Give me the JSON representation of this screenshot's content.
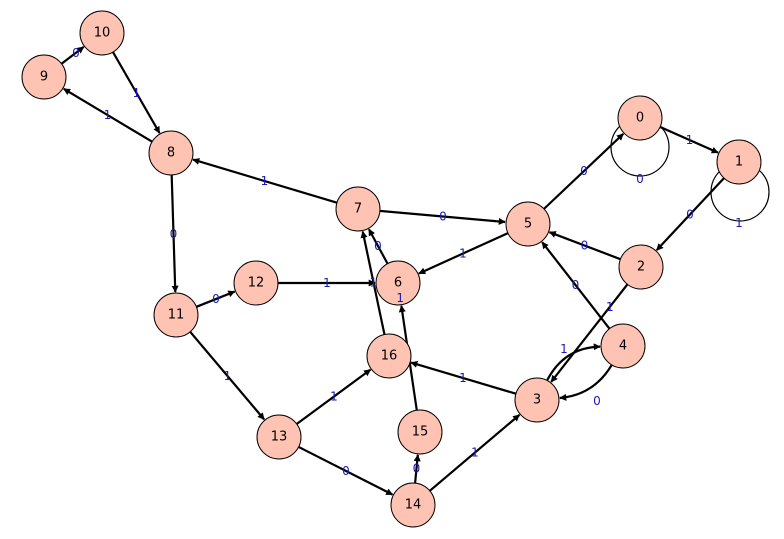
{
  "graph": {
    "colors": {
      "node_fill": "#ffc3b3",
      "edge": "#000000",
      "edge_label": "#1a1ab8"
    },
    "nodes": [
      {
        "id": "0"
      },
      {
        "id": "1"
      },
      {
        "id": "2"
      },
      {
        "id": "3"
      },
      {
        "id": "4"
      },
      {
        "id": "5"
      },
      {
        "id": "6"
      },
      {
        "id": "7"
      },
      {
        "id": "8"
      },
      {
        "id": "9"
      },
      {
        "id": "10"
      },
      {
        "id": "11"
      },
      {
        "id": "12"
      },
      {
        "id": "13"
      },
      {
        "id": "14"
      },
      {
        "id": "15"
      },
      {
        "id": "16"
      }
    ],
    "edges": [
      {
        "from": "0",
        "to": "0",
        "label": "0"
      },
      {
        "from": "0",
        "to": "1",
        "label": "1"
      },
      {
        "from": "1",
        "to": "1",
        "label": "1"
      },
      {
        "from": "1",
        "to": "2",
        "label": "0"
      },
      {
        "from": "2",
        "to": "5",
        "label": "0"
      },
      {
        "from": "2",
        "to": "3",
        "label": "1"
      },
      {
        "from": "3",
        "to": "4",
        "label": "0"
      },
      {
        "from": "3",
        "to": "16",
        "label": "1"
      },
      {
        "from": "4",
        "to": "3",
        "label": "1"
      },
      {
        "from": "4",
        "to": "5",
        "label": "0"
      },
      {
        "from": "5",
        "to": "0",
        "label": "0"
      },
      {
        "from": "5",
        "to": "6",
        "label": "1"
      },
      {
        "from": "6",
        "to": "7",
        "label": "0"
      },
      {
        "from": "7",
        "to": "5",
        "label": "0"
      },
      {
        "from": "7",
        "to": "8",
        "label": "1"
      },
      {
        "from": "8",
        "to": "9",
        "label": "1"
      },
      {
        "from": "8",
        "to": "11",
        "label": "0"
      },
      {
        "from": "9",
        "to": "10",
        "label": "0"
      },
      {
        "from": "10",
        "to": "8",
        "label": "1"
      },
      {
        "from": "11",
        "to": "12",
        "label": "0"
      },
      {
        "from": "11",
        "to": "13",
        "label": "1"
      },
      {
        "from": "12",
        "to": "6",
        "label": "1"
      },
      {
        "from": "13",
        "to": "14",
        "label": "0"
      },
      {
        "from": "13",
        "to": "16",
        "label": "1"
      },
      {
        "from": "14",
        "to": "15",
        "label": "0"
      },
      {
        "from": "14",
        "to": "3",
        "label": "1"
      },
      {
        "from": "15",
        "to": "6",
        "label": "1"
      },
      {
        "from": "16",
        "to": "7",
        "label": "1"
      }
    ]
  }
}
